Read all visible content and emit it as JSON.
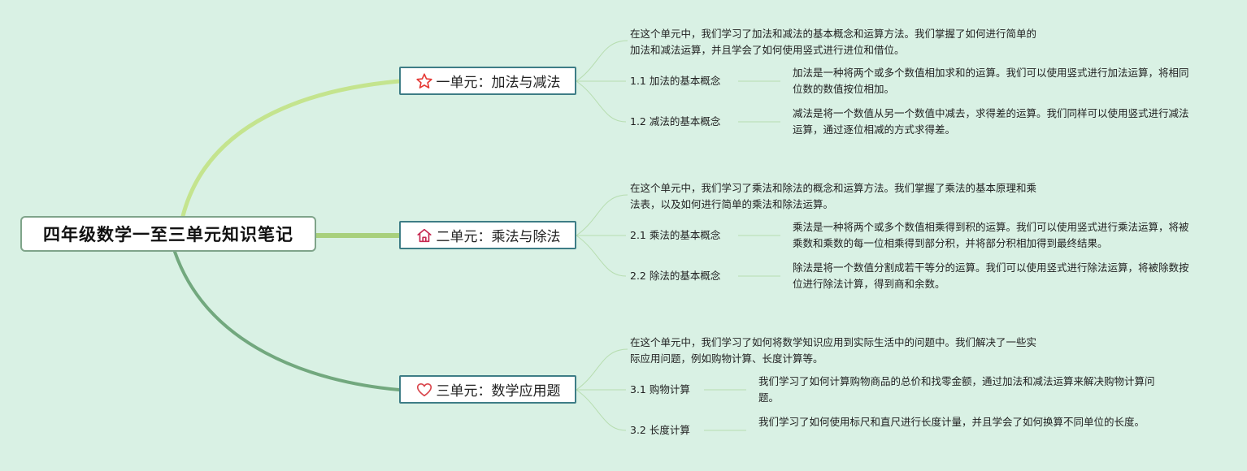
{
  "root": {
    "title": "四年级数学一至三单元知识笔记"
  },
  "units": [
    {
      "title": "一单元：加法与减法",
      "icon": "star-icon",
      "color": "#e53935",
      "summary": "在这个单元中，我们学习了加法和减法的基本概念和运算方法。我们掌握了如何进行简单的加法和减法运算，并且学会了如何使用竖式进行进位和借位。",
      "subs": [
        {
          "label": "1.1 加法的基本概念",
          "desc": "加法是一种将两个或多个数值相加求和的运算。我们可以使用竖式进行加法运算，将相同位数的数值按位相加。"
        },
        {
          "label": "1.2 减法的基本概念",
          "desc": "减法是将一个数值从另一个数值中减去，求得差的运算。我们同样可以使用竖式进行减法运算，通过逐位相减的方式求得差。"
        }
      ]
    },
    {
      "title": "二单元：乘法与除法",
      "icon": "home-icon",
      "color": "#c62850",
      "summary": "在这个单元中，我们学习了乘法和除法的概念和运算方法。我们掌握了乘法的基本原理和乘法表，以及如何进行简单的乘法和除法运算。",
      "subs": [
        {
          "label": "2.1 乘法的基本概念",
          "desc": "乘法是一种将两个或多个数值相乘得到积的运算。我们可以使用竖式进行乘法运算，将被乘数和乘数的每一位相乘得到部分积，并将部分积相加得到最终结果。"
        },
        {
          "label": "2.2 除法的基本概念",
          "desc": "除法是将一个数值分割成若干等分的运算。我们可以使用竖式进行除法运算，将被除数按位进行除法计算，得到商和余数。"
        }
      ]
    },
    {
      "title": "三单元：数学应用题",
      "icon": "heart-icon",
      "color": "#d9434a",
      "summary": "在这个单元中，我们学习了如何将数学知识应用到实际生活中的问题中。我们解决了一些实际应用问题，例如购物计算、长度计算等。",
      "subs": [
        {
          "label": "3.1 购物计算",
          "desc": "我们学习了如何计算购物商品的总价和找零金额，通过加法和减法运算来解决购物计算问题。"
        },
        {
          "label": "3.2 长度计算",
          "desc": "我们学习了如何使用标尺和直尺进行长度计量，并且学会了如何换算不同单位的长度。"
        }
      ]
    }
  ],
  "colors": {
    "background": "#d9f1e4",
    "branch1": "#c4e48e",
    "branch2": "#a8d07c",
    "branch3": "#72a87e",
    "thin": "#b7ddb0"
  }
}
